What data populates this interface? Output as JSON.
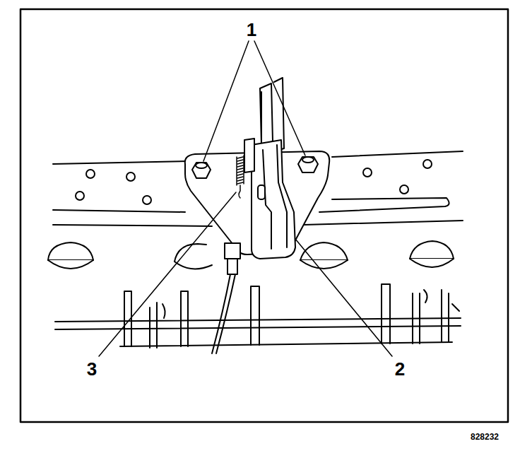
{
  "diagram": {
    "labels": [
      "1",
      "3",
      "2",
      "828232"
    ]
  }
}
